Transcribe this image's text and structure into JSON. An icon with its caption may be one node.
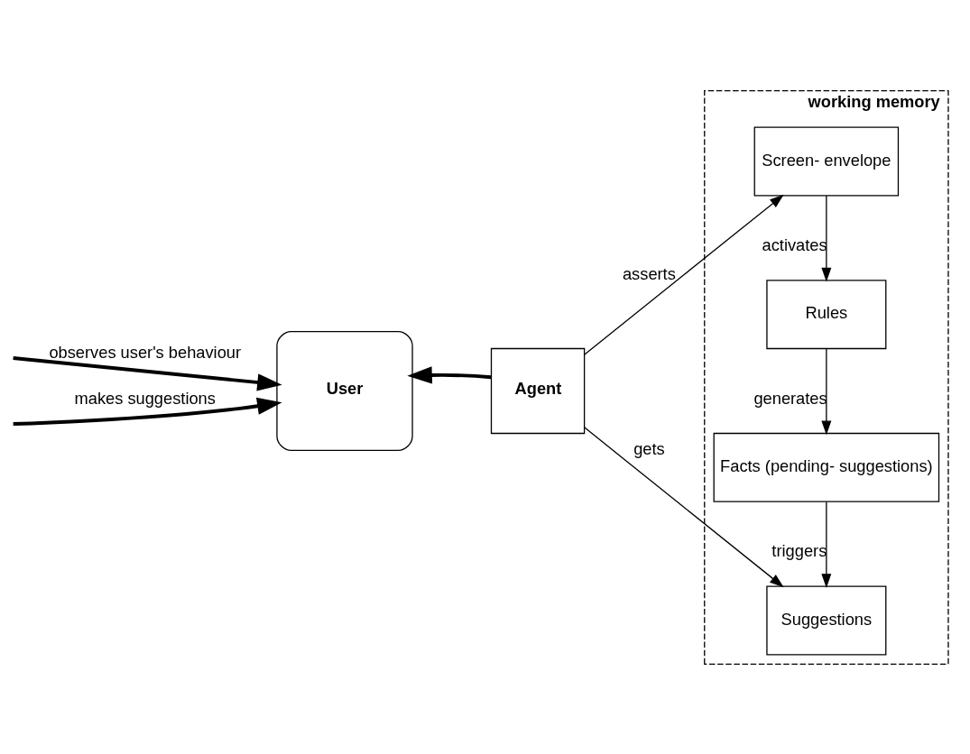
{
  "diagram": {
    "nodes": [
      {
        "text": [
          "working memory"
        ]
      },
      {
        "text": [
          "Screen- envelope"
        ],
        "in": 0
      },
      {
        "text": [
          "Rules"
        ],
        "in": 0
      },
      {
        "text": [
          "Facts (pending- suggestions)"
        ],
        "in": 0
      },
      {
        "text": [
          "Suggestions"
        ],
        "in": 0
      },
      {
        "text": [
          "User"
        ]
      },
      {
        "text": [
          "Agent"
        ]
      }
    ],
    "edges": [
      {
        "from": 6,
        "to": 1,
        "arrow": "to",
        "label": "asserts"
      },
      {
        "from": 1,
        "to": 2,
        "arrow": "to",
        "label": "activates"
      },
      {
        "from": 2,
        "to": 3,
        "arrow": "to",
        "label": "generates"
      },
      {
        "from": 3,
        "to": 4,
        "arrow": "to",
        "label": "triggers"
      },
      {
        "from": 6,
        "to": 4,
        "arrow": "to",
        "label": "gets"
      },
      {
        "from": null,
        "to": 5,
        "arrow": "to",
        "label": "observes user's behaviour",
        "style": "thick"
      },
      {
        "from": 6,
        "to": 5,
        "arrow": "to",
        "style": "thick"
      },
      {
        "from": null,
        "to": 5,
        "arrow": "to",
        "label": "makes suggestions",
        "style": "thick"
      }
    ]
  }
}
